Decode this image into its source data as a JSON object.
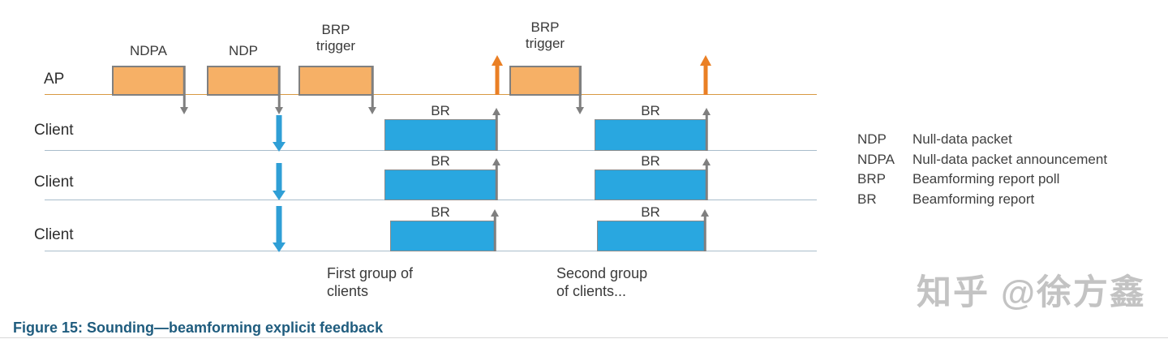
{
  "figure": {
    "caption": "Figure 15: Sounding—beamforming explicit feedback",
    "watermark": "知乎 @徐方鑫"
  },
  "diagram": {
    "ap_lane": {
      "label": "AP"
    },
    "client_lanes": [
      {
        "label": "Client"
      },
      {
        "label": "Client"
      },
      {
        "label": "Client"
      }
    ],
    "ap_boxes": [
      {
        "label": "NDPA"
      },
      {
        "label": "NDP"
      },
      {
        "label": "BRP trigger"
      },
      {
        "label": "BRP trigger"
      }
    ],
    "br_boxes": [
      {
        "group": 1,
        "lane": 1,
        "label": "BR"
      },
      {
        "group": 1,
        "lane": 2,
        "label": "BR"
      },
      {
        "group": 1,
        "lane": 3,
        "label": "BR"
      },
      {
        "group": 2,
        "lane": 1,
        "label": "BR"
      },
      {
        "group": 2,
        "lane": 2,
        "label": "BR"
      },
      {
        "group": 2,
        "lane": 3,
        "label": "BR"
      }
    ],
    "group_labels": [
      {
        "text": "First group of clients"
      },
      {
        "text": "Second group of clients..."
      }
    ]
  },
  "legend": {
    "items": [
      {
        "abbr": "NDP",
        "desc": "Null-data packet"
      },
      {
        "abbr": "NDPA",
        "desc": "Null-data packet announcement"
      },
      {
        "abbr": "BRP",
        "desc": "Beamforming report poll"
      },
      {
        "abbr": "BR",
        "desc": "Beamforming report"
      }
    ]
  },
  "colors": {
    "ap_box_fill": "#f6b066",
    "ap_line": "#d89a42",
    "client_line": "#a9bdcb",
    "br_box_fill": "#29a7e0",
    "blue_arrow": "#2f9fd6",
    "orange_arrow": "#ea7f24",
    "gray_arrow": "#7f7f7f",
    "caption_text": "#1f5c7e",
    "watermark_text": "#c3c3c3"
  }
}
